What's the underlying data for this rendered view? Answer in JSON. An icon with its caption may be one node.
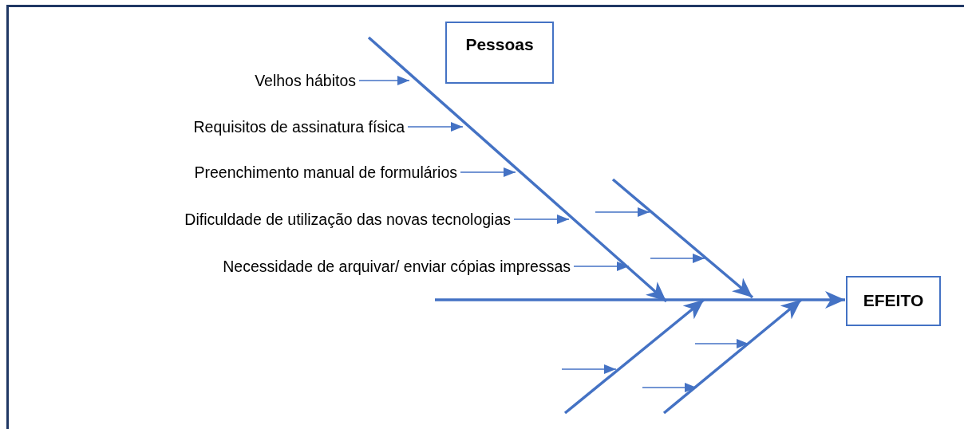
{
  "diagram": {
    "nodes": [
      {
        "text": [
          "Pessoas"
        ]
      },
      {
        "text": [
          "Velhos hábitos"
        ]
      },
      {
        "text": [
          "Requisitos de assinatura física"
        ]
      },
      {
        "text": [
          "Preenchimento manual de formulários"
        ]
      },
      {
        "text": [
          "Dificuldade de utilização das novas tecnologias"
        ]
      },
      {
        "text": [
          "Necessidade de arquivar/ enviar cópias impressas"
        ]
      },
      {
        "text": [
          "EFEITO"
        ]
      }
    ],
    "edges": [
      {
        "from": 1,
        "to": null,
        "arrow": "to"
      },
      {
        "from": 2,
        "to": null,
        "arrow": "to"
      },
      {
        "from": 3,
        "to": null,
        "arrow": "to"
      },
      {
        "from": 4,
        "to": null,
        "arrow": "to"
      },
      {
        "from": 5,
        "to": null,
        "arrow": "to"
      },
      {
        "from": null,
        "to": 6,
        "arrow": "to",
        "style": "thick"
      }
    ]
  }
}
